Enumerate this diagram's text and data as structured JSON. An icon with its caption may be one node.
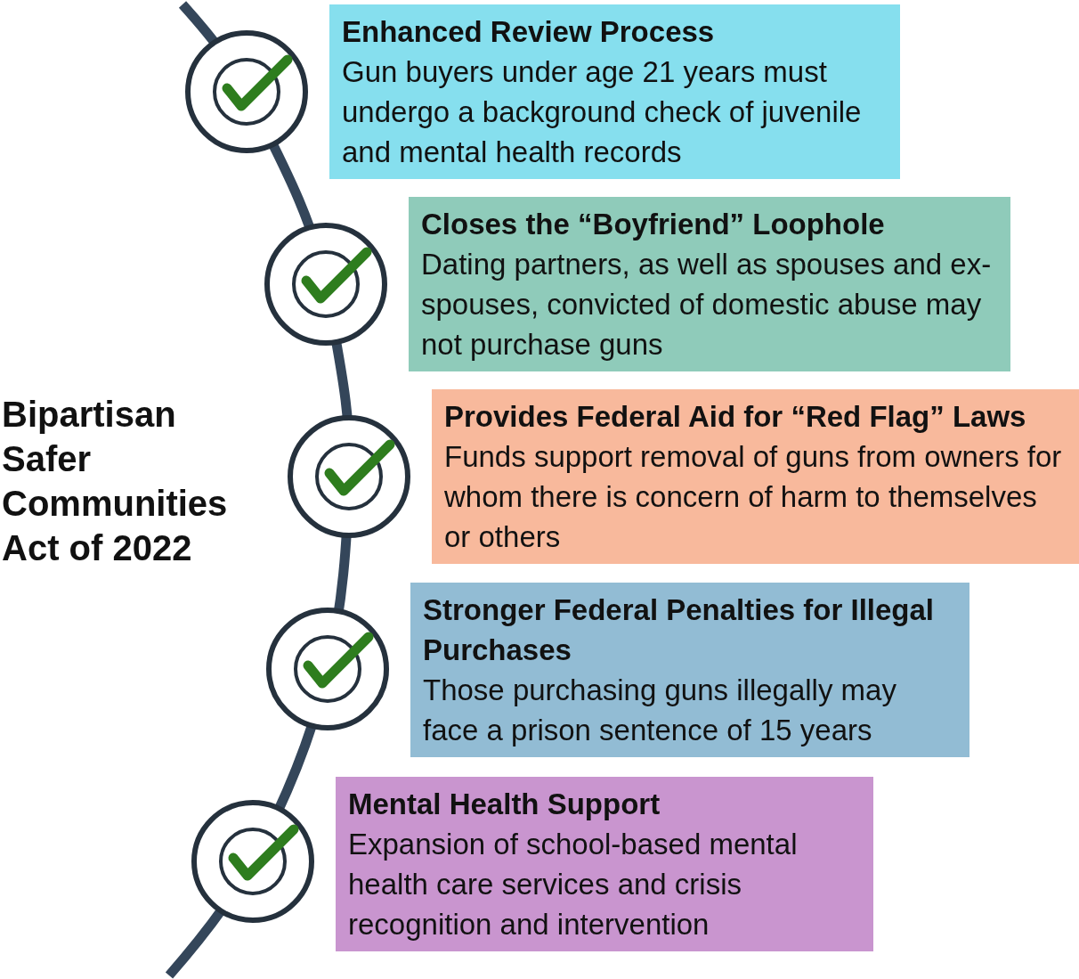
{
  "diagram": {
    "title": "Bipartisan Safer Communities Act of 2022",
    "nodes": [
      {
        "text": [
          "Enhanced Review Process",
          "Gun buyers under age 21 years must undergo a background check of juvenile and mental health records"
        ]
      },
      {
        "text": [
          "Closes the “Boyfriend” Loophole",
          "Dating partners, as well as spouses and ex-spouses, convicted of domestic abuse may not purchase guns"
        ]
      },
      {
        "text": [
          "Provides Federal Aid for “Red Flag” Laws",
          "Funds support removal of guns from owners for whom there is concern of harm to themselves or others"
        ]
      },
      {
        "text": [
          "Stronger Federal Penalties for Illegal Purchases",
          "Those purchasing guns illegally may face a prison sentence of 15 years"
        ]
      },
      {
        "text": [
          "Mental Health Support",
          "Expansion of school-based mental health care services and crisis recognition and intervention"
        ]
      }
    ]
  }
}
